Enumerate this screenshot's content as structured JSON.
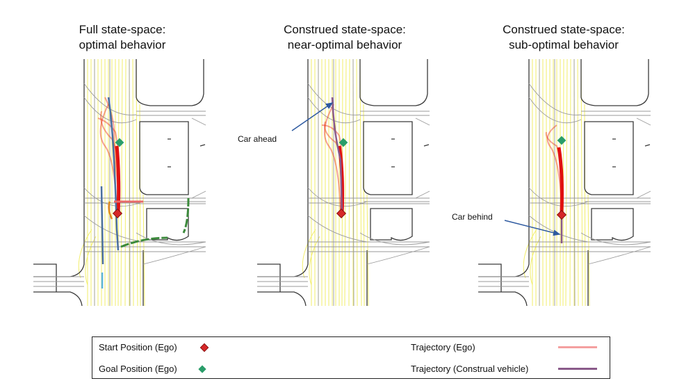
{
  "panels": [
    {
      "title_line1": "Full state-space:",
      "title_line2": "optimal behavior"
    },
    {
      "title_line1": "Construed state-space:",
      "title_line2": "near-optimal behavior",
      "annotation": "Car ahead"
    },
    {
      "title_line1": "Construed state-space:",
      "title_line2": "sub-optimal behavior",
      "annotation": "Car behind"
    }
  ],
  "legend": {
    "start": "Start Position (Ego)",
    "goal": "Goal Position (Ego)",
    "traj_ego": "Trajectory (Ego)",
    "traj_construal": "Trajectory (Construal vehicle)"
  },
  "colors": {
    "start_marker": "#d62728",
    "goal_marker": "#2ca02c",
    "traj_ego": "#f4a0a0",
    "traj_construal": "#8a5a8a",
    "road": "#9a9a9a",
    "lane": "#f2ee6a",
    "heat": "#e8341c"
  }
}
